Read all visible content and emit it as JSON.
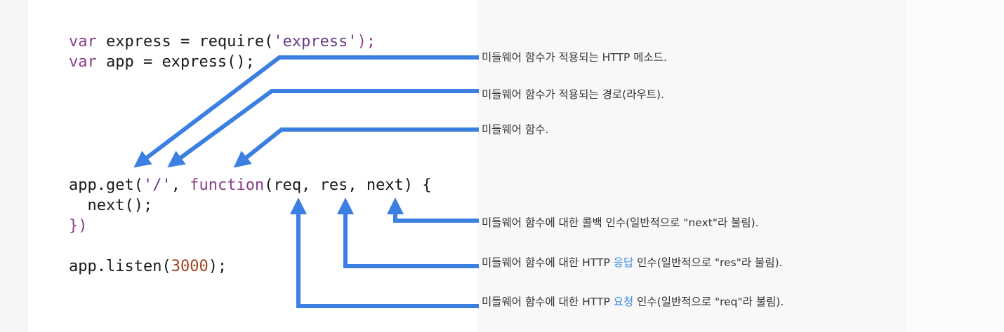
{
  "code": {
    "line1": {
      "kw": "var",
      "a": " express = require(",
      "str": "'express'",
      "b": ");"
    },
    "line2": {
      "kw": "var",
      "a": " app = express();"
    },
    "line3": {
      "a": "app.get(",
      "str": "'/'",
      "b": ", ",
      "kw": "function",
      "c": "(req, res, next) {"
    },
    "line4": {
      "a": "  next();"
    },
    "line5": {
      "a": "})"
    },
    "line6": {
      "a": "app.listen(",
      "num": "3000",
      "b": ");"
    }
  },
  "labels": [
    {
      "text": "미들웨어 함수가 적용되는 HTTP 메소드."
    },
    {
      "text": "미들웨어 함수가 적용되는 경로(라우트)."
    },
    {
      "text": "미들웨어 함수."
    },
    {
      "text": "미들웨어 함수에 대한 콜백 인수(일반적으로 \"next\"라 불림)."
    },
    {
      "pre": "미들웨어 함수에 대한 HTTP ",
      "hl": "응답",
      "post": " 인수(일반적으로 \"res\"라 불림)."
    },
    {
      "pre": "미들웨어 함수에 대한 HTTP ",
      "hl": "요청",
      "post": " 인수(일반적으로 \"req\"라 불림)."
    }
  ],
  "colors": {
    "arrow": "#3b7fe0",
    "highlight": "#3d8de0",
    "keyword": "#8a3d8a",
    "number": "#a3421f"
  }
}
